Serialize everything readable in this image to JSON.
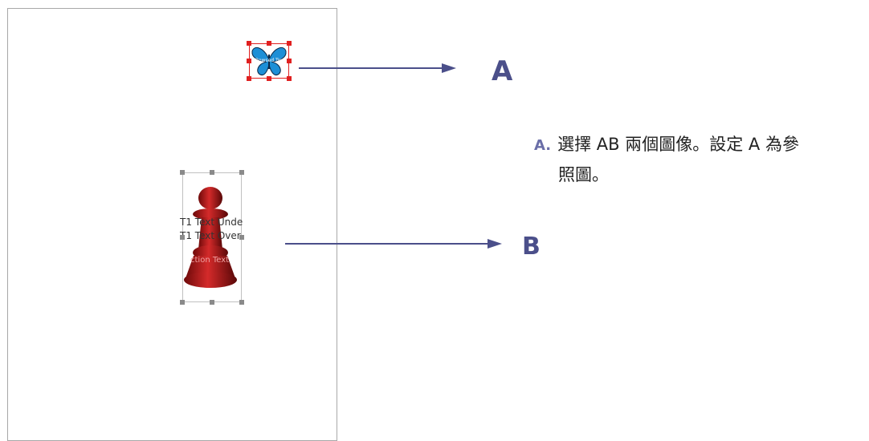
{
  "callouts": {
    "a": "A",
    "b": "B"
  },
  "note": {
    "bullet": "A.",
    "line1": "選擇 AB 兩個圖像。設定 A 為參",
    "line2": "照圖。"
  },
  "objects": {
    "butterfly_caption": "Rowsed Twelve",
    "pawn_text_under": "T1 Text Unde",
    "pawn_text_over": "T1 Text Over",
    "pawn_band_text": "ction Text"
  },
  "colors": {
    "accent": "#4b4f8a",
    "selection_red": "#e02020",
    "selection_gray": "#8a8a8a",
    "pawn_red": "#b01818"
  }
}
